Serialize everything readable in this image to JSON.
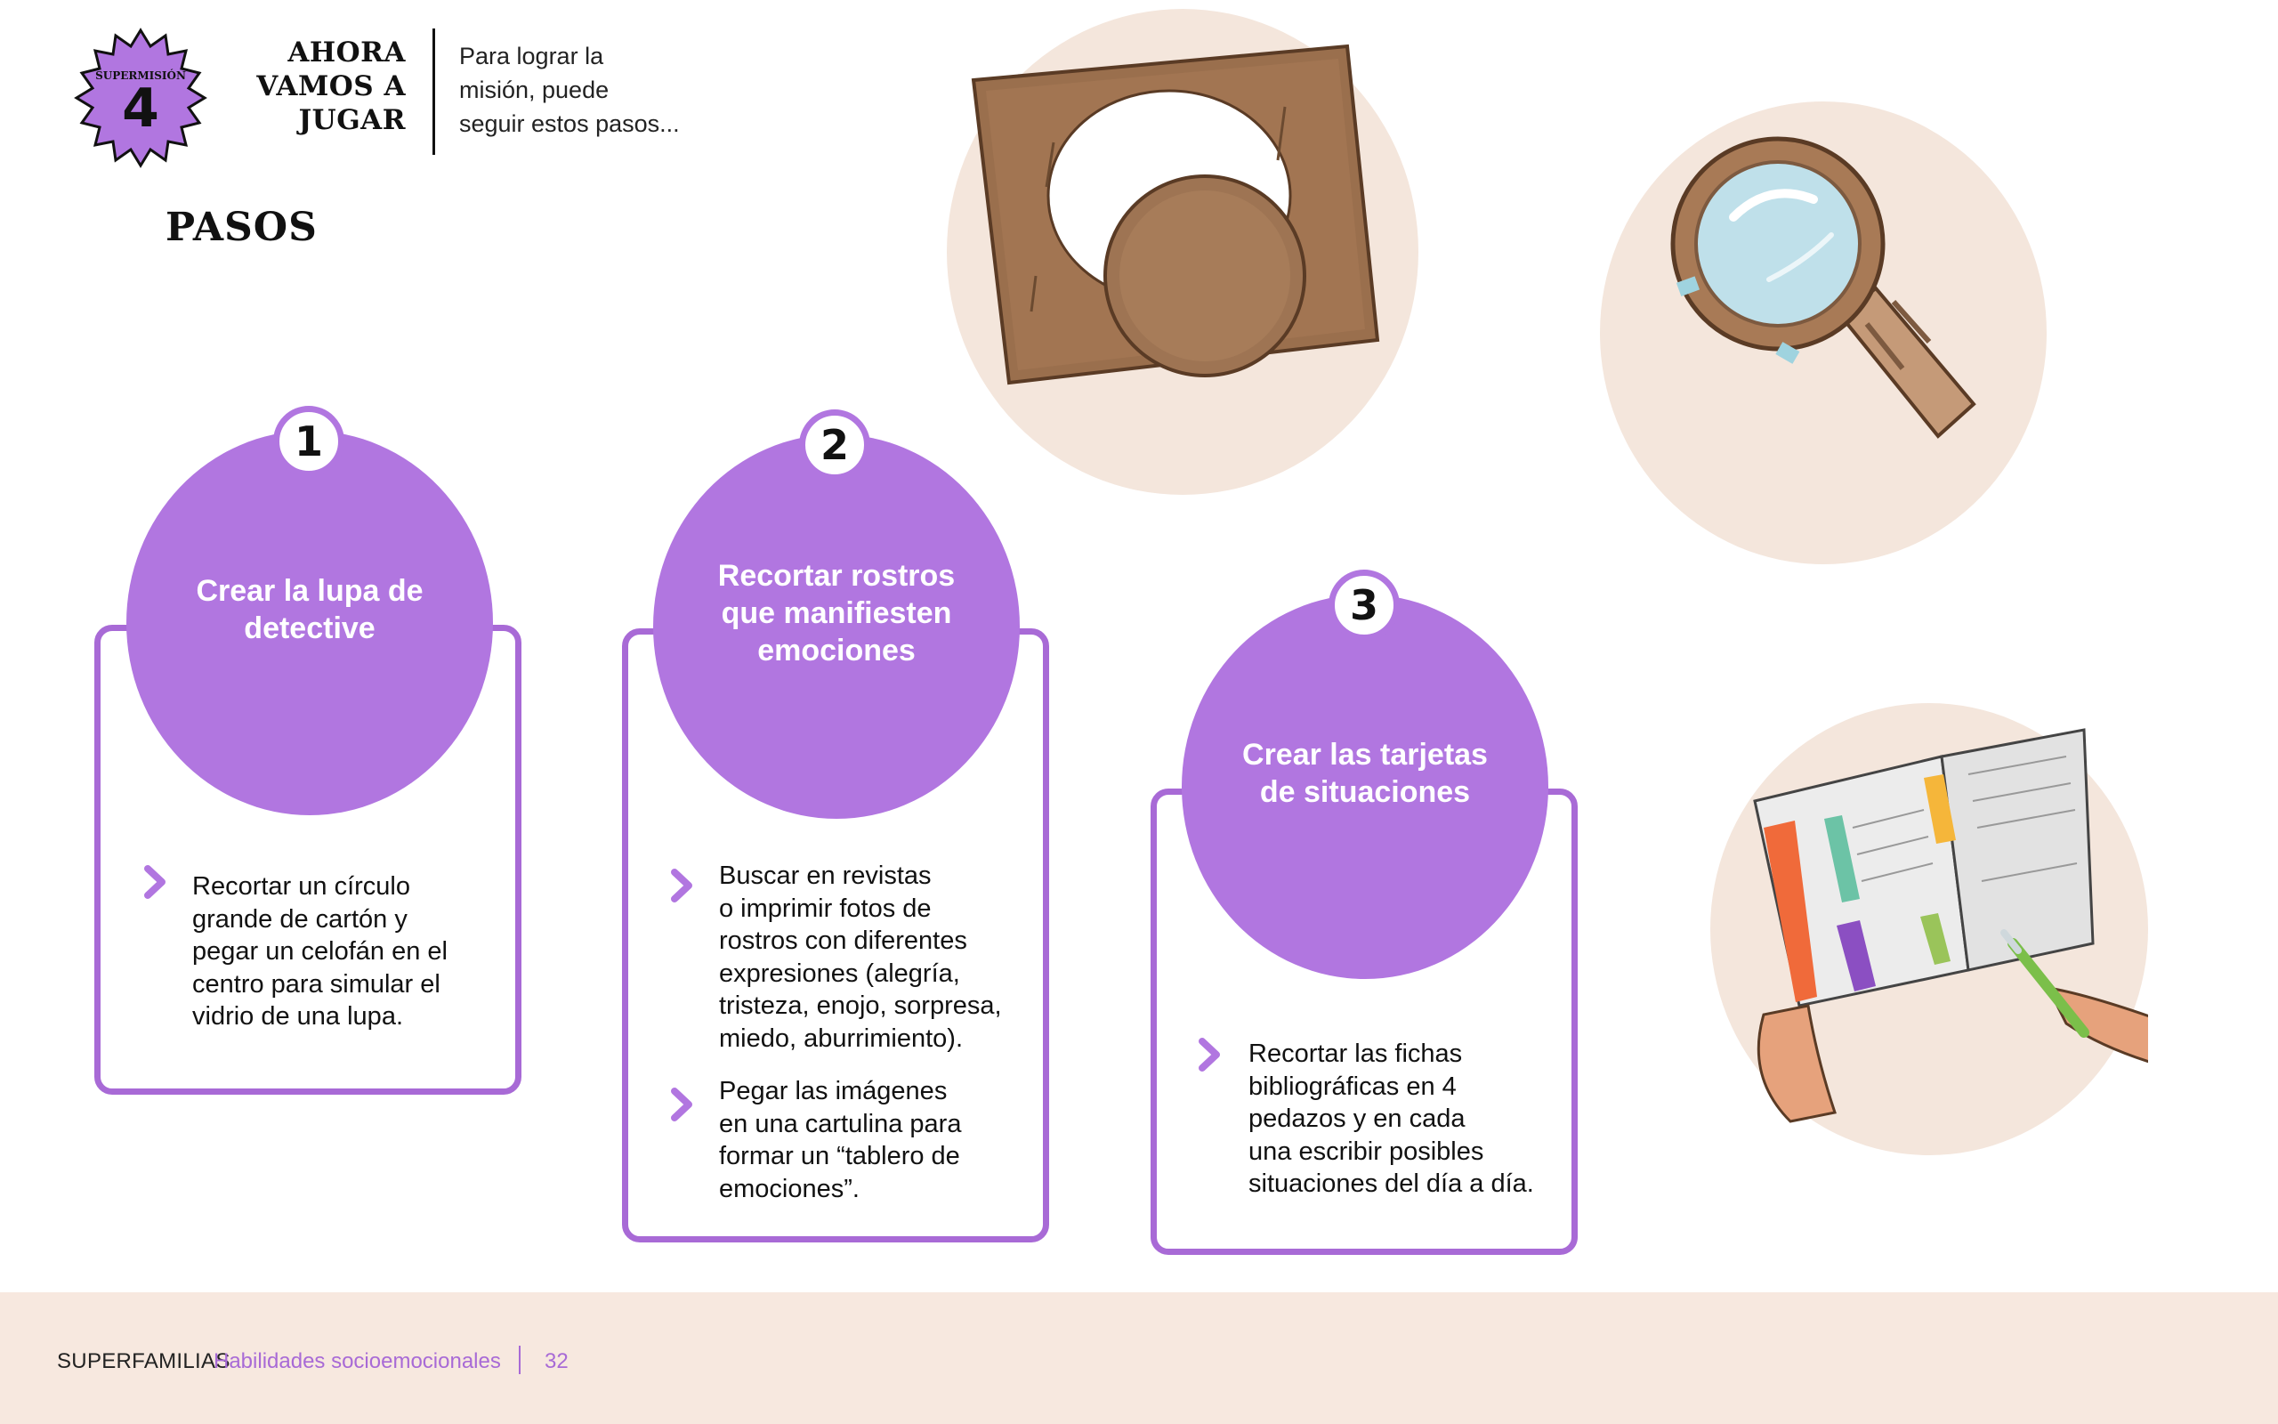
{
  "header": {
    "badge_label": "SUPERMISIÓN",
    "badge_number": "4",
    "title_lines": [
      "AHORA",
      "VAMOS A",
      "JUGAR"
    ],
    "subtitle_lines": [
      "Para lograr la",
      "misión, puede",
      "seguir estos pasos..."
    ],
    "section_title": "PASOS"
  },
  "colors": {
    "accent_purple": "#b176e0",
    "border_purple": "#a86ad6",
    "cream": "#f4e6dc",
    "footer_bg": "#f7e8df"
  },
  "steps": [
    {
      "number": "1",
      "title": "Crear la lupa de detective",
      "bullets": [
        "Recortar un círculo\ngrande de cartón y\npegar un celofán en el\ncentro para simular el\nvidrio de una lupa."
      ]
    },
    {
      "number": "2",
      "title": "Recortar rostros que manifiesten emociones",
      "bullets": [
        "Buscar en revistas\no imprimir fotos de\nrostros con diferentes\nexpresiones (alegría,\ntristeza, enojo, sorpresa,\nmiedo, aburrimiento).",
        "Pegar las imágenes\nen una cartulina para\nformar un “tablero de\nemociones”."
      ]
    },
    {
      "number": "3",
      "title": "Crear las tarjetas de situaciones",
      "bullets": [
        "Recortar las fichas\nbibliográficas en 4\npedazos y en cada\nuna escribir posibles\nsituaciones del día a día."
      ]
    }
  ],
  "illustrations": [
    {
      "icon": "cardboard-cutout-icon"
    },
    {
      "icon": "magnifying-glass-icon"
    },
    {
      "icon": "index-cards-icon"
    }
  ],
  "footer": {
    "brand": "SUPERFAMILIAS",
    "section": "Habilidades socioemocionales",
    "page": "32"
  }
}
